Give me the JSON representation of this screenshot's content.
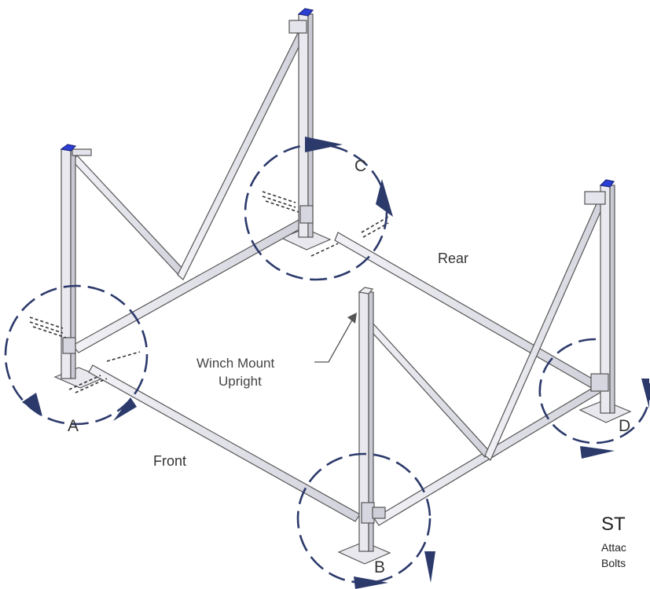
{
  "labels": {
    "a": "A",
    "b": "B",
    "c": "C",
    "d": "D",
    "front": "Front",
    "rear": "Rear",
    "winch_line1": "Winch Mount",
    "winch_line2": "Upright"
  },
  "step_box": {
    "heading": "ST",
    "line1": "Attac",
    "line2": "Bolts"
  },
  "colors": {
    "frame": "#555555",
    "frame_fill": "#e4e4ec",
    "arrow": "#2c3a6b",
    "cap": "#2b3fd6"
  }
}
